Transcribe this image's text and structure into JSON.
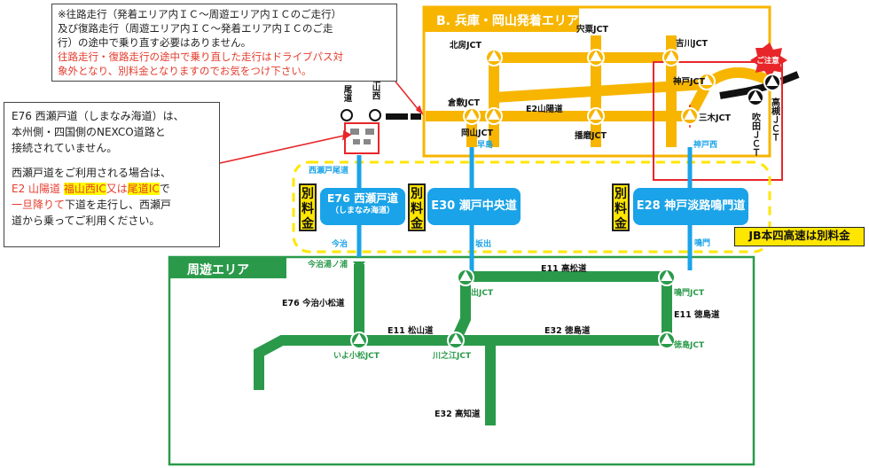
{
  "note_top": {
    "line1": "※往路走行（発着エリア内ＩＣ～周遊エリア内ＩＣのご走行）",
    "line2": "及び復路走行（周遊エリア内ＩＣ～発着エリア内ＩＣのご走",
    "line3": "行）の途中で乗り直す必要はありません。",
    "line4": "往路走行・復路走行の途中で乗り直した走行はドライブパス対",
    "line5": "象外となり、別料金となりますのでお気をつけ下さい。"
  },
  "note_left": {
    "l1": "E76 西瀬戸道（しまなみ海道）は、",
    "l2": "本州側・四国側のNEXCO道路と",
    "l3": "接続されていません。",
    "l4": "西瀬戸道をご利用される場合は、",
    "l5a": "E2 山陽道 ",
    "l5b": "福山西IC",
    "l5c": "又は",
    "l5d": "尾道IC",
    "l5e": "で",
    "l6a": "一旦降りて",
    "l6b": "下道を走行し、西瀬戸",
    "l7": "道から乗ってご利用ください。"
  },
  "areas": {
    "departure": "B. 兵庫・岡山発着エリア",
    "circuit": "周遊エリア"
  },
  "caution": "ご注意",
  "jb_label": "JB本四高速は別料金",
  "extra_fee": "別料金",
  "bridges": [
    {
      "name": "E76 西瀬戸道",
      "sub": "（しまなみ海道）"
    },
    {
      "name": "E30 瀬戸中央道"
    },
    {
      "name": "E28 神戸淡路鳴門道"
    }
  ],
  "labels": {
    "onomichi": "尾道",
    "fukuyama": "福山西",
    "kurashiki": "倉敷JCT",
    "okayama": "岡山JCT",
    "hayashima": "早島",
    "kitafusa": "北房JCT",
    "shiso": "宍粟JCT",
    "yokawa": "吉川JCT",
    "e2": "E2山陽道",
    "harima": "播磨JCT",
    "kobe": "神戸JCT",
    "miki": "三木JCT",
    "kobenishi": "神戸西",
    "suita": "吹田ＪＣＴ",
    "takatsuki": "高槻ＪＣＴ",
    "nishiseto_onomichi": "西瀬戸尾道",
    "imabari": "今治",
    "sakaide": "坂出",
    "naruto": "鳴門",
    "imabari_yuno": "今治湯ノ浦",
    "e76_imabari_komatsu": "E76 今治小松道",
    "sakaide_jct": "坂出JCT",
    "e11_takamatsu": "E11 高松道",
    "naruto_jct": "鳴門JCT",
    "e11_tokushima": "E11 徳島道",
    "e11_matsuyama": "E11 松山道",
    "e32_tokushima": "E32 徳島道",
    "iyo_komatsu": "いよ小松JCT",
    "kawanoe": "川之江JCT",
    "tokushima": "徳島JCT",
    "e32_kochi": "E32 高知道"
  },
  "colors": {
    "departure_area": "#f7b500",
    "circuit_area": "#2a9a4a",
    "bridge": "#1aa3e8",
    "caution_red": "#e8262a",
    "jb_fee": "#ffe600"
  }
}
